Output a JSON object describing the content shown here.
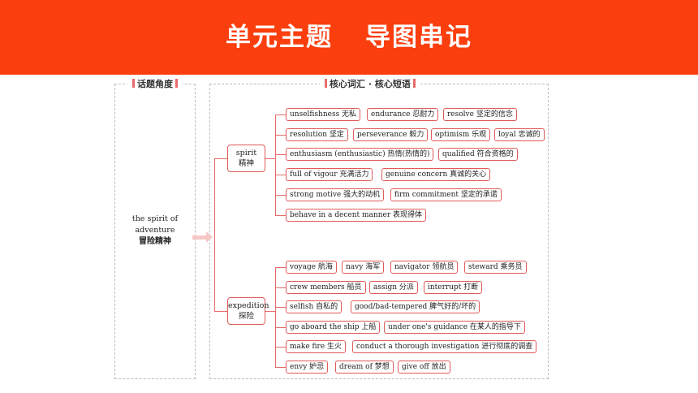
{
  "header": {
    "title_part1": "单元主题",
    "title_part2": "导图串记"
  },
  "left_panel": {
    "heading": "话题角度",
    "theme_en_line1": "the spirit of",
    "theme_en_line2": "adventure",
    "theme_zh": "冒险精神"
  },
  "right_panel": {
    "heading": "核心词汇 · 核心短语"
  },
  "categories": {
    "spirit": {
      "en": "spirit",
      "zh": "精神"
    },
    "expedition": {
      "en": "expedition",
      "zh": "探险"
    }
  },
  "spirit_rows": [
    [
      "unselfishness 无私",
      "endurance 忍耐力",
      "resolve 坚定的信念"
    ],
    [
      "resolution 坚定",
      "perseverance 毅力",
      "optimism 乐观",
      "loyal 忠诚的"
    ],
    [
      "enthusiasm (enthusiastic) 热情(热情的)",
      "qualified 符合资格的"
    ],
    [
      "full of vigour 充满活力",
      "genuine concern 真诚的关心"
    ],
    [
      "strong motive 强大的动机",
      "firm commitment 坚定的承诺"
    ],
    [
      "behave in a decent manner 表现得体"
    ]
  ],
  "expedition_rows": [
    [
      "voyage 航海",
      "navy 海军",
      "navigator 领航员",
      "steward 乘务员"
    ],
    [
      "crew members 船员",
      "assign 分派",
      "interrupt 打断"
    ],
    [
      "selfish 自私的",
      "good/bad-tempered 脾气好的/坏的"
    ],
    [
      "go aboard the ship 上船",
      "under one's guidance 在某人的指导下"
    ],
    [
      "make fire 生火",
      "conduct a thorough investigation 进行彻底的调查"
    ],
    [
      "envy 妒忌",
      "dream of 梦想",
      "give off 放出"
    ]
  ],
  "colors": {
    "banner": "#fb3e0d",
    "accent": "#e05a5a"
  }
}
